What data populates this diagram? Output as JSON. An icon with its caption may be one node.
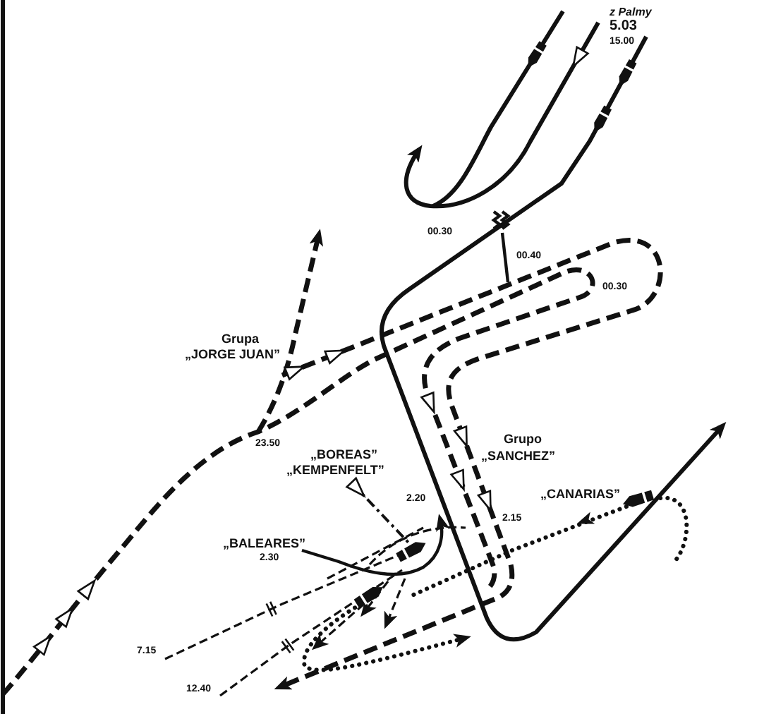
{
  "diagram": {
    "labels": [
      "z Palmy",
      "5.03",
      "15.00",
      "00.30",
      "00.40",
      "00.30",
      "Grupa",
      "„JORGE JUAN”",
      "23.50",
      "„BOREAS”",
      "„KEMPENFELT”",
      "Grupo",
      "„SANCHEZ”",
      "2.20",
      "2.15",
      "„CANARIAS”",
      "„BALEARES”",
      "2.30",
      "7.15",
      "12.40"
    ]
  }
}
